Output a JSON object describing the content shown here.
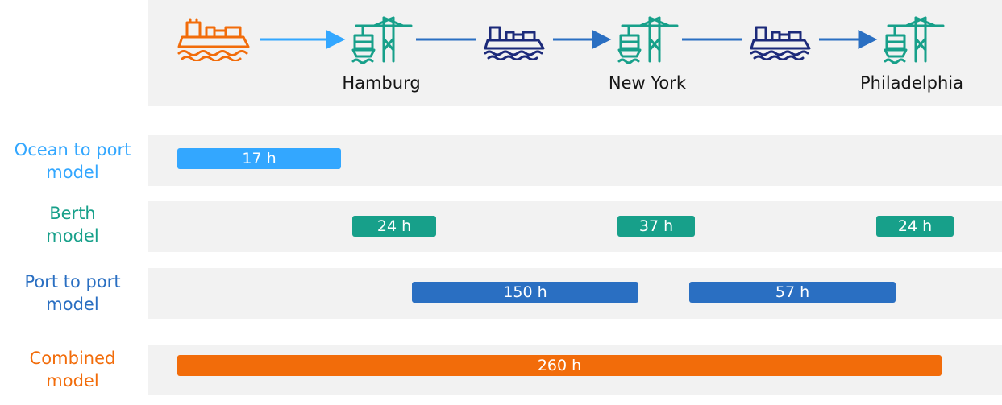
{
  "colors": {
    "ocean": "#33a7ff",
    "berth": "#17a08a",
    "port": "#2a6fc2",
    "combined": "#f26c0a",
    "ship_navy": "#1c2a7a",
    "crane_teal": "#17a08a",
    "ship_orange": "#f26c0a",
    "text_dark": "#161616"
  },
  "route": {
    "cities": [
      "Hamburg",
      "New York",
      "Philadelphia"
    ],
    "icons": [
      "ship-icon",
      "crane-icon",
      "ship-icon",
      "crane-icon",
      "ship-icon",
      "crane-icon"
    ]
  },
  "rows": [
    {
      "label_line1": "Ocean to port",
      "label_line2": "model",
      "color_key": "ocean",
      "bars": [
        {
          "label": "17 h",
          "value": 17
        }
      ]
    },
    {
      "label_line1": "Berth",
      "label_line2": "model",
      "color_key": "berth",
      "bars": [
        {
          "label": "24 h",
          "value": 24
        },
        {
          "label": "37 h",
          "value": 37
        },
        {
          "label": "24 h",
          "value": 24
        }
      ]
    },
    {
      "label_line1": "Port to port",
      "label_line2": "model",
      "color_key": "port",
      "bars": [
        {
          "label": "150 h",
          "value": 150
        },
        {
          "label": "57 h",
          "value": 57
        }
      ]
    },
    {
      "label_line1": "Combined",
      "label_line2": "model",
      "color_key": "combined",
      "bars": [
        {
          "label": "260 h",
          "value": 260
        }
      ]
    }
  ]
}
